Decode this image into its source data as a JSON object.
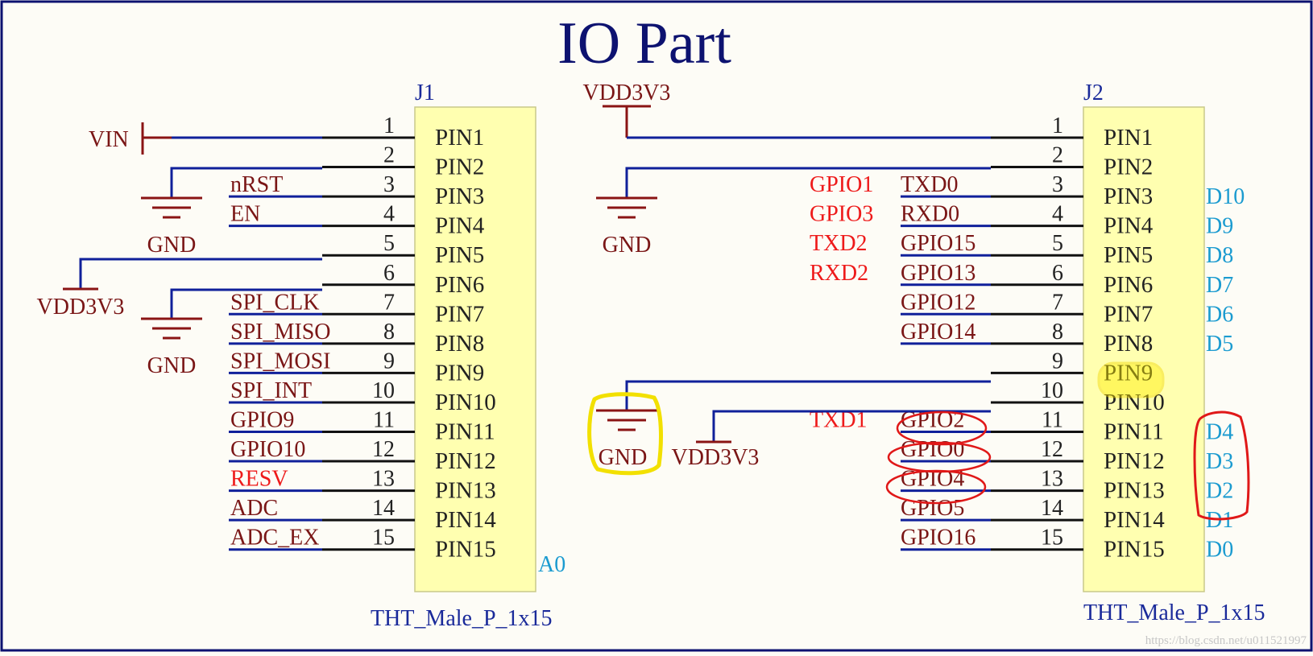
{
  "title": "IO Part",
  "watermark": "https://blog.csdn.net/u011521997",
  "colors": {
    "background": "#fdfcf6",
    "component_fill": "#ffffb0",
    "wire": "#10209a",
    "net_label": "#7a1616",
    "highlight_red": "#ee1a1a",
    "d_label": "#1b9bd0",
    "highlight_yellow": "#ffee00"
  },
  "j1": {
    "designator": "J1",
    "footprint": "THT_Male_P_1x15",
    "pins": [
      {
        "num": "1",
        "name": "PIN1",
        "net": "",
        "net_color": "dark"
      },
      {
        "num": "2",
        "name": "PIN2",
        "net": "",
        "net_color": "dark"
      },
      {
        "num": "3",
        "name": "PIN3",
        "net": "nRST",
        "net_color": "dark"
      },
      {
        "num": "4",
        "name": "PIN4",
        "net": "EN",
        "net_color": "dark"
      },
      {
        "num": "5",
        "name": "PIN5",
        "net": "",
        "net_color": "dark"
      },
      {
        "num": "6",
        "name": "PIN6",
        "net": "",
        "net_color": "dark"
      },
      {
        "num": "7",
        "name": "PIN7",
        "net": "SPI_CLK",
        "net_color": "dark"
      },
      {
        "num": "8",
        "name": "PIN8",
        "net": "SPI_MISO",
        "net_color": "dark"
      },
      {
        "num": "9",
        "name": "PIN9",
        "net": "SPI_MOSI",
        "net_color": "dark"
      },
      {
        "num": "10",
        "name": "PIN10",
        "net": "SPI_INT",
        "net_color": "dark"
      },
      {
        "num": "11",
        "name": "PIN11",
        "net": "GPIO9",
        "net_color": "dark"
      },
      {
        "num": "12",
        "name": "PIN12",
        "net": "GPIO10",
        "net_color": "dark"
      },
      {
        "num": "13",
        "name": "PIN13",
        "net": "RESV",
        "net_color": "red"
      },
      {
        "num": "14",
        "name": "PIN14",
        "net": "ADC",
        "net_color": "dark"
      },
      {
        "num": "15",
        "name": "PIN15",
        "net": "ADC_EX",
        "net_color": "dark"
      }
    ],
    "a0_label": "A0",
    "vin_label": "VIN",
    "gnd_label_1": "GND",
    "gnd_label_2": "GND",
    "vdd_label": "VDD3V3"
  },
  "j2": {
    "designator": "J2",
    "footprint": "THT_Male_P_1x15",
    "pins": [
      {
        "num": "1",
        "name": "PIN1",
        "net": "",
        "alt": "",
        "d": ""
      },
      {
        "num": "2",
        "name": "PIN2",
        "net": "",
        "alt": "",
        "d": ""
      },
      {
        "num": "3",
        "name": "PIN3",
        "net": "TXD0",
        "alt": "GPIO1",
        "d": "D10"
      },
      {
        "num": "4",
        "name": "PIN4",
        "net": "RXD0",
        "alt": "GPIO3",
        "d": "D9"
      },
      {
        "num": "5",
        "name": "PIN5",
        "net": "GPIO15",
        "alt": "TXD2",
        "d": "D8"
      },
      {
        "num": "6",
        "name": "PIN6",
        "net": "GPIO13",
        "alt": "RXD2",
        "d": "D7"
      },
      {
        "num": "7",
        "name": "PIN7",
        "net": "GPIO12",
        "alt": "",
        "d": "D6"
      },
      {
        "num": "8",
        "name": "PIN8",
        "net": "GPIO14",
        "alt": "",
        "d": "D5"
      },
      {
        "num": "9",
        "name": "PIN9",
        "net": "",
        "alt": "",
        "d": ""
      },
      {
        "num": "10",
        "name": "PIN10",
        "net": "",
        "alt": "",
        "d": ""
      },
      {
        "num": "11",
        "name": "PIN11",
        "net": "GPIO2",
        "alt": "TXD1",
        "d": "D4"
      },
      {
        "num": "12",
        "name": "PIN12",
        "net": "GPIO0",
        "alt": "",
        "d": "D3"
      },
      {
        "num": "13",
        "name": "PIN13",
        "net": "GPIO4",
        "alt": "",
        "d": "D2"
      },
      {
        "num": "14",
        "name": "PIN14",
        "net": "GPIO5",
        "alt": "",
        "d": "D1"
      },
      {
        "num": "15",
        "name": "PIN15",
        "net": "GPIO16",
        "alt": "",
        "d": "D0"
      }
    ],
    "vdd_top_label": "VDD3V3",
    "gnd_top_label": "GND",
    "gnd_bottom_label": "GND",
    "vdd_bottom_label": "VDD3V3"
  }
}
